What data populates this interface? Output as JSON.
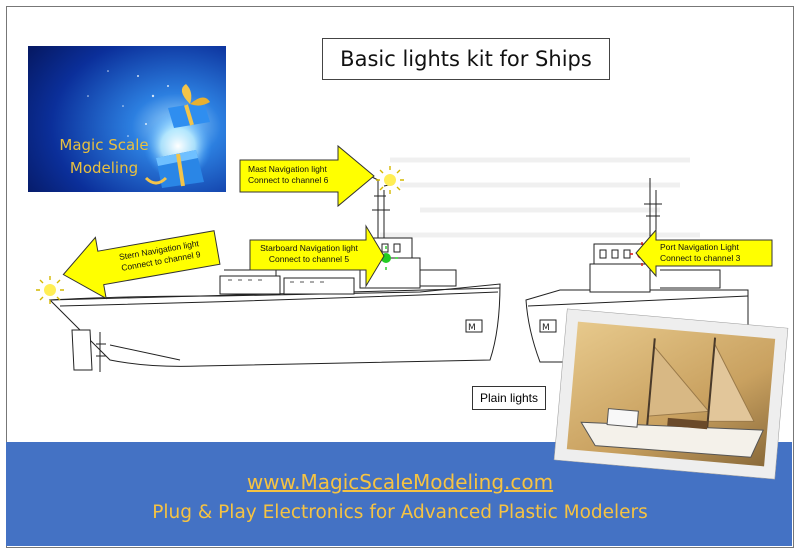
{
  "title": "Basic lights kit for Ships",
  "logo": {
    "line1": "Magic Scale",
    "line2": "Modeling"
  },
  "callouts": {
    "mast": {
      "line1": "Mast Navigation light",
      "line2": "Connect to channel 6"
    },
    "starboard": {
      "line1": "Starboard Navigation light",
      "line2": "Connect to channel 5"
    },
    "stern": {
      "line1": "Stern Navigation light",
      "line2": "Connect to channel 9"
    },
    "port": {
      "line1": "Port Navigation Light",
      "line2": "Connect to channel 3"
    }
  },
  "plain_lights": "Plain lights",
  "footer": {
    "url": "www.MagicScaleModeling.com",
    "tagline": "Plug & Play Electronics for Advanced Plastic Modelers"
  },
  "colors": {
    "arrow_fill": "#ffff00",
    "footer_bg": "#4472c4",
    "footer_text": "#f6c342",
    "starboard_light": "#22cc22",
    "port_light": "#dd1111",
    "navigation_light": "#ffee55"
  }
}
